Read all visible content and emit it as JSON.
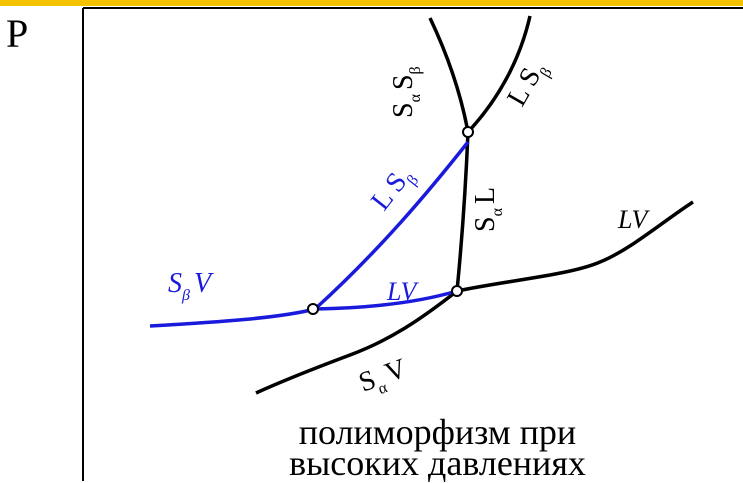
{
  "axis": {
    "y_label": "P"
  },
  "colors": {
    "accent_bar": "#f5c200",
    "metastable": "#1a1adc",
    "stable": "#000000"
  },
  "curves": {
    "sa_sb": {
      "main": "S",
      "sub1": "α",
      "mid": "S",
      "sub2": "β"
    },
    "l_sb_upper": {
      "main": "L S",
      "sub": "β"
    },
    "sa_l": {
      "main": "S",
      "sub": "α",
      "tail": "L"
    },
    "lv_right": {
      "main": "LV"
    },
    "l_sb_blue": {
      "main": "L S",
      "sub": "β"
    },
    "sb_v": {
      "main": "S",
      "sub": "β",
      "tail": "V"
    },
    "lv_blue": {
      "main": "LV"
    },
    "sa_v": {
      "main": "S",
      "sub": "α",
      "tail": "V"
    }
  },
  "caption": {
    "line1": "полиморфизм при",
    "line2": "высоких давлениях"
  }
}
